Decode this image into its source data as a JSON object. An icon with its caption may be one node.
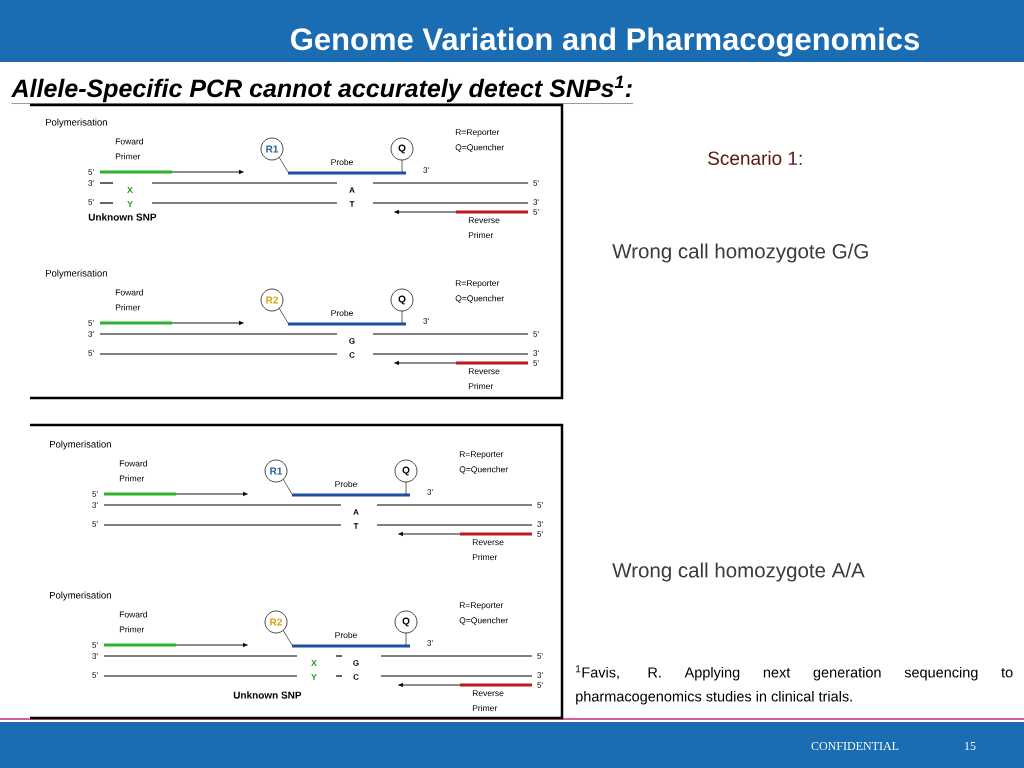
{
  "diagram": {
    "title": "Genome Variation and Pharmacogenomics",
    "nodes": [
      {
        "text": [
          "R1"
        ]
      },
      {
        "text": [
          "Q"
        ]
      },
      {
        "text": [
          "R2"
        ]
      },
      {
        "text": [
          "Q"
        ]
      },
      {
        "text": [
          "R1"
        ]
      },
      {
        "text": [
          "Q"
        ]
      },
      {
        "text": [
          "R2"
        ]
      },
      {
        "text": [
          "Q"
        ]
      }
    ],
    "labels": [
      "Allele-Specific PCR cannot accurately detect SNPs$^{1}$:",
      "Polymerisation",
      "R=Reporter",
      "Q=Quencher",
      "Foward Primer",
      "Probe",
      "5'",
      "3'",
      "3'",
      "5'",
      "A",
      "5'",
      "T",
      "3'",
      "5'",
      "Reverse Primer",
      "X",
      "Y",
      "Unknown SNP",
      "Polymerisation",
      "R=Reporter",
      "Q=Quencher",
      "Foward Primer",
      "Probe",
      "5'",
      "3'",
      "3'",
      "5'",
      "G",
      "5'",
      "C",
      "3'",
      "5'",
      "Reverse Primer",
      "Polymerisation",
      "R=Reporter",
      "Q=Quencher",
      "Foward Primer",
      "Probe",
      "5'",
      "3'",
      "3'",
      "5'",
      "A",
      "5'",
      "T",
      "3'",
      "5'",
      "Reverse Primer",
      "Polymerisation",
      "R=Reporter",
      "Q=Quencher",
      "Foward Primer",
      "Probe",
      "5'",
      "3'",
      "3'",
      "5'",
      "G",
      "5'",
      "C",
      "3'",
      "5'",
      "Reverse Primer",
      "X",
      "Y",
      "Unknown SNP",
      "Scenario 1:",
      "Wrong call homozygote G/G",
      "Wrong call homozygote A/A",
      "$^{1}$Favis, R. Applying next generation sequencing to pharmacogenomics studies in clinical trials.",
      "CONFIDENTIAL",
      "15"
    ]
  }
}
